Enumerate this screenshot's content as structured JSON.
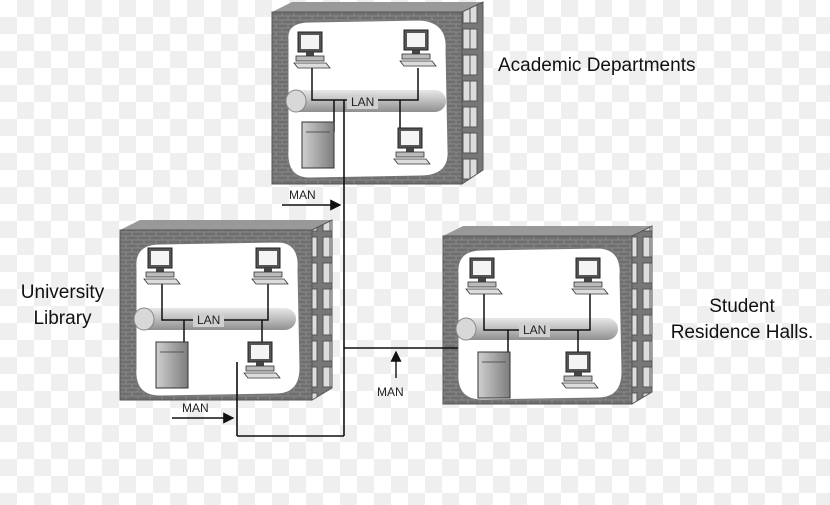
{
  "buildings": {
    "academic": {
      "label": "Academic Departments",
      "lan": "LAN"
    },
    "library": {
      "label_line1": "University",
      "label_line2": "Library",
      "lan": "LAN"
    },
    "residence": {
      "label_line1": "Student",
      "label_line2": "Residence Halls.",
      "lan": "LAN"
    }
  },
  "links": {
    "man_top": "MAN",
    "man_left": "MAN",
    "man_bottom": "MAN"
  }
}
